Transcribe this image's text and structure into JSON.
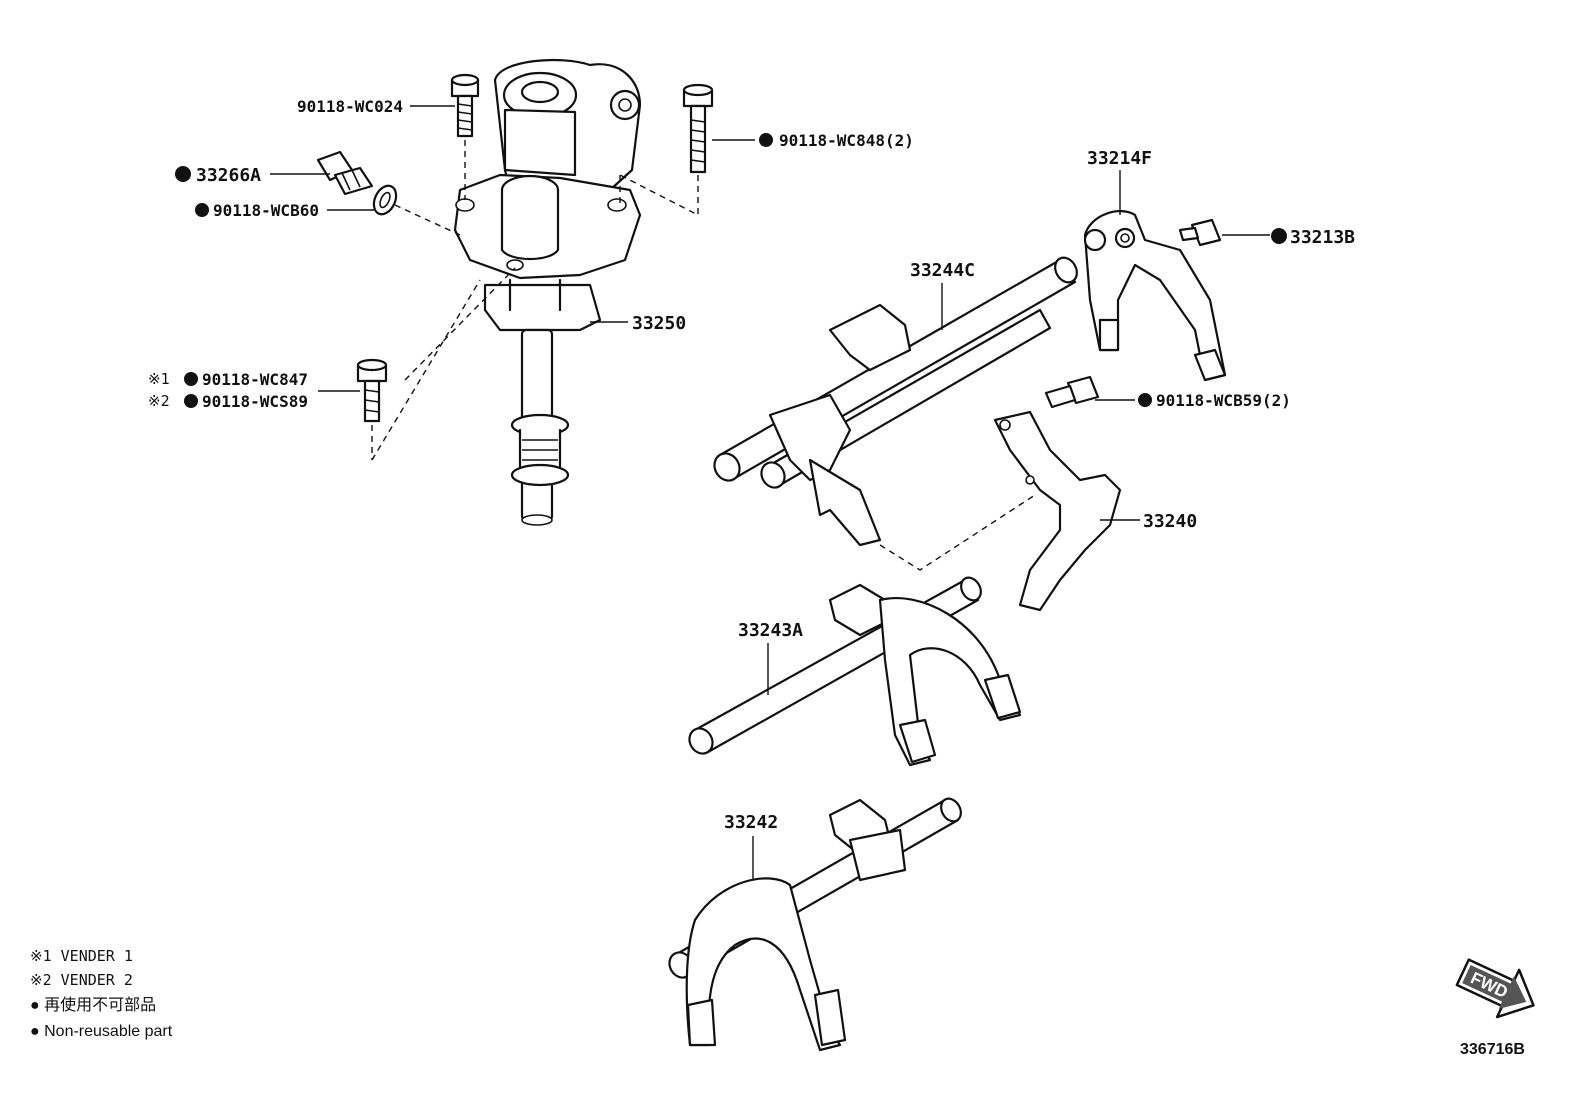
{
  "callouts": {
    "c1": {
      "text": "90118-WC024"
    },
    "c2": {
      "text": "90118-WC848(2)"
    },
    "c3": {
      "text": "33266A"
    },
    "c4": {
      "text": "90118-WCB60"
    },
    "c5": {
      "text": "33250"
    },
    "c6": {
      "text": "90118-WC847",
      "prefix": "※1"
    },
    "c7": {
      "text": "90118-WCS89",
      "prefix": "※2"
    },
    "c8": {
      "text": "33214F"
    },
    "c9": {
      "text": "33213B"
    },
    "c10": {
      "text": "33244C"
    },
    "c11": {
      "text": "90118-WCB59(2)"
    },
    "c12": {
      "text": "33240"
    },
    "c13": {
      "text": "33243A"
    },
    "c14": {
      "text": "33242"
    }
  },
  "legend": {
    "v1": "※1 VENDER 1",
    "v2": "※2 VENDER 2",
    "jp": "● 再使用不可部品",
    "en": "● Non-reusable part"
  },
  "fwd": "FWD",
  "figure_id": "336716B"
}
